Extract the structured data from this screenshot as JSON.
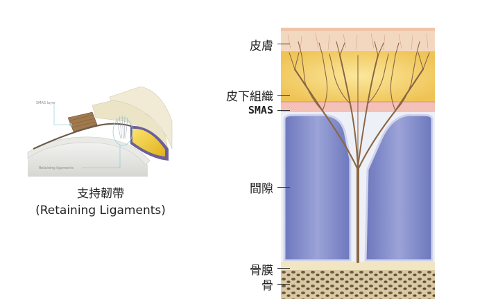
{
  "small_diagram": {
    "smas_label": "SMAS layer",
    "ligament_label": "Retaining ligaments"
  },
  "caption": {
    "line1": "支持韌帶",
    "line2": "(Retaining Ligaments)"
  },
  "layers": {
    "skin": "皮膚",
    "subcutaneous": "皮下組織",
    "smas": "SMAS",
    "space": "間隙",
    "periosteum": "骨膜",
    "bone": "骨"
  },
  "colors": {
    "skin": "#f1cfb4",
    "fat": "#f3cf6a",
    "smas": "#f2b7b2",
    "space": "#7d86c6",
    "bone": "#c8b48a",
    "ligament": "#8a6644"
  }
}
